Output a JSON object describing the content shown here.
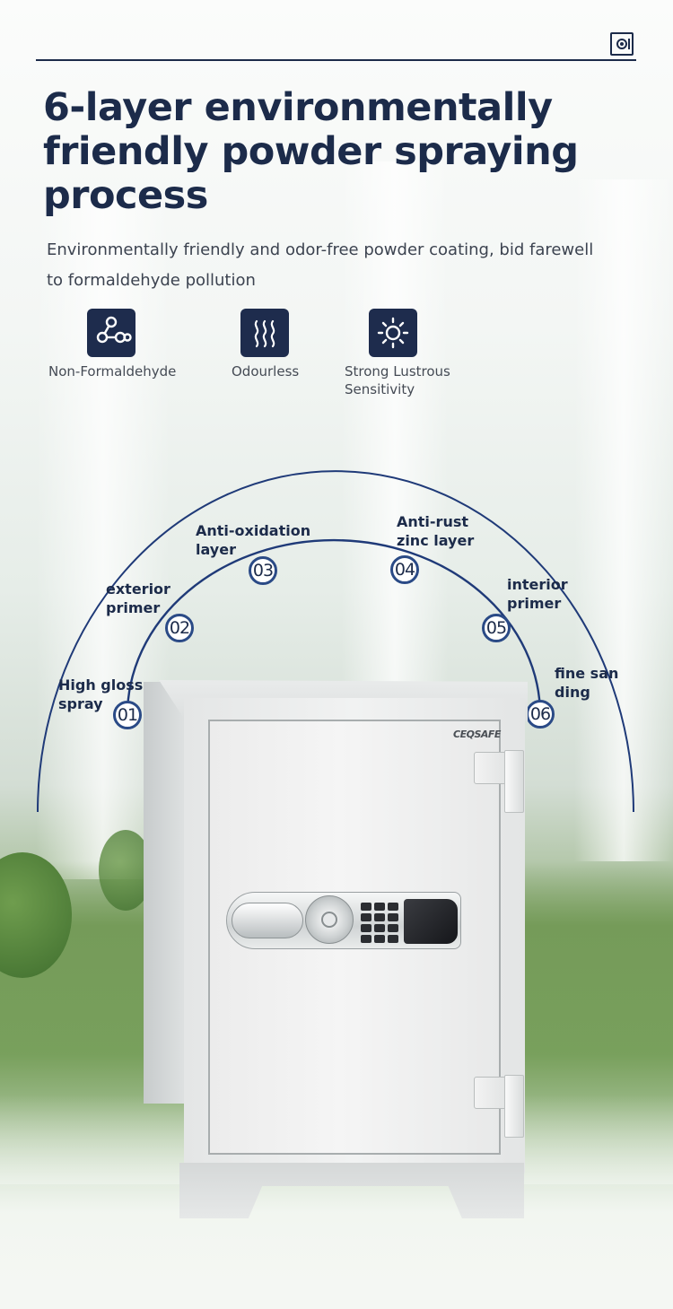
{
  "header": {
    "logo_icon": "safe-icon",
    "title": "6-layer environmentally friendly powder spraying process",
    "subtitle": "Environmentally friendly and odor-free powder coating, bid farewell to formaldehyde pollution"
  },
  "features": [
    {
      "icon": "molecule-icon",
      "label": "Non-Formaldehyde"
    },
    {
      "icon": "waves-icon",
      "label": "Odourless"
    },
    {
      "icon": "sparkle-icon",
      "label": "Strong Lustrous Sensitivity"
    }
  ],
  "layers": [
    {
      "num": "01",
      "label": "High gloss spray"
    },
    {
      "num": "02",
      "label": "exterior primer"
    },
    {
      "num": "03",
      "label": "Anti-oxidation layer"
    },
    {
      "num": "04",
      "label": "Anti-rust zinc layer"
    },
    {
      "num": "05",
      "label": "interior primer"
    },
    {
      "num": "06",
      "label": "fine san ding"
    }
  ],
  "product": {
    "brand": "CEQSAFE"
  },
  "colors": {
    "primary": "#1c2b4a",
    "accent": "#2a4a86"
  }
}
